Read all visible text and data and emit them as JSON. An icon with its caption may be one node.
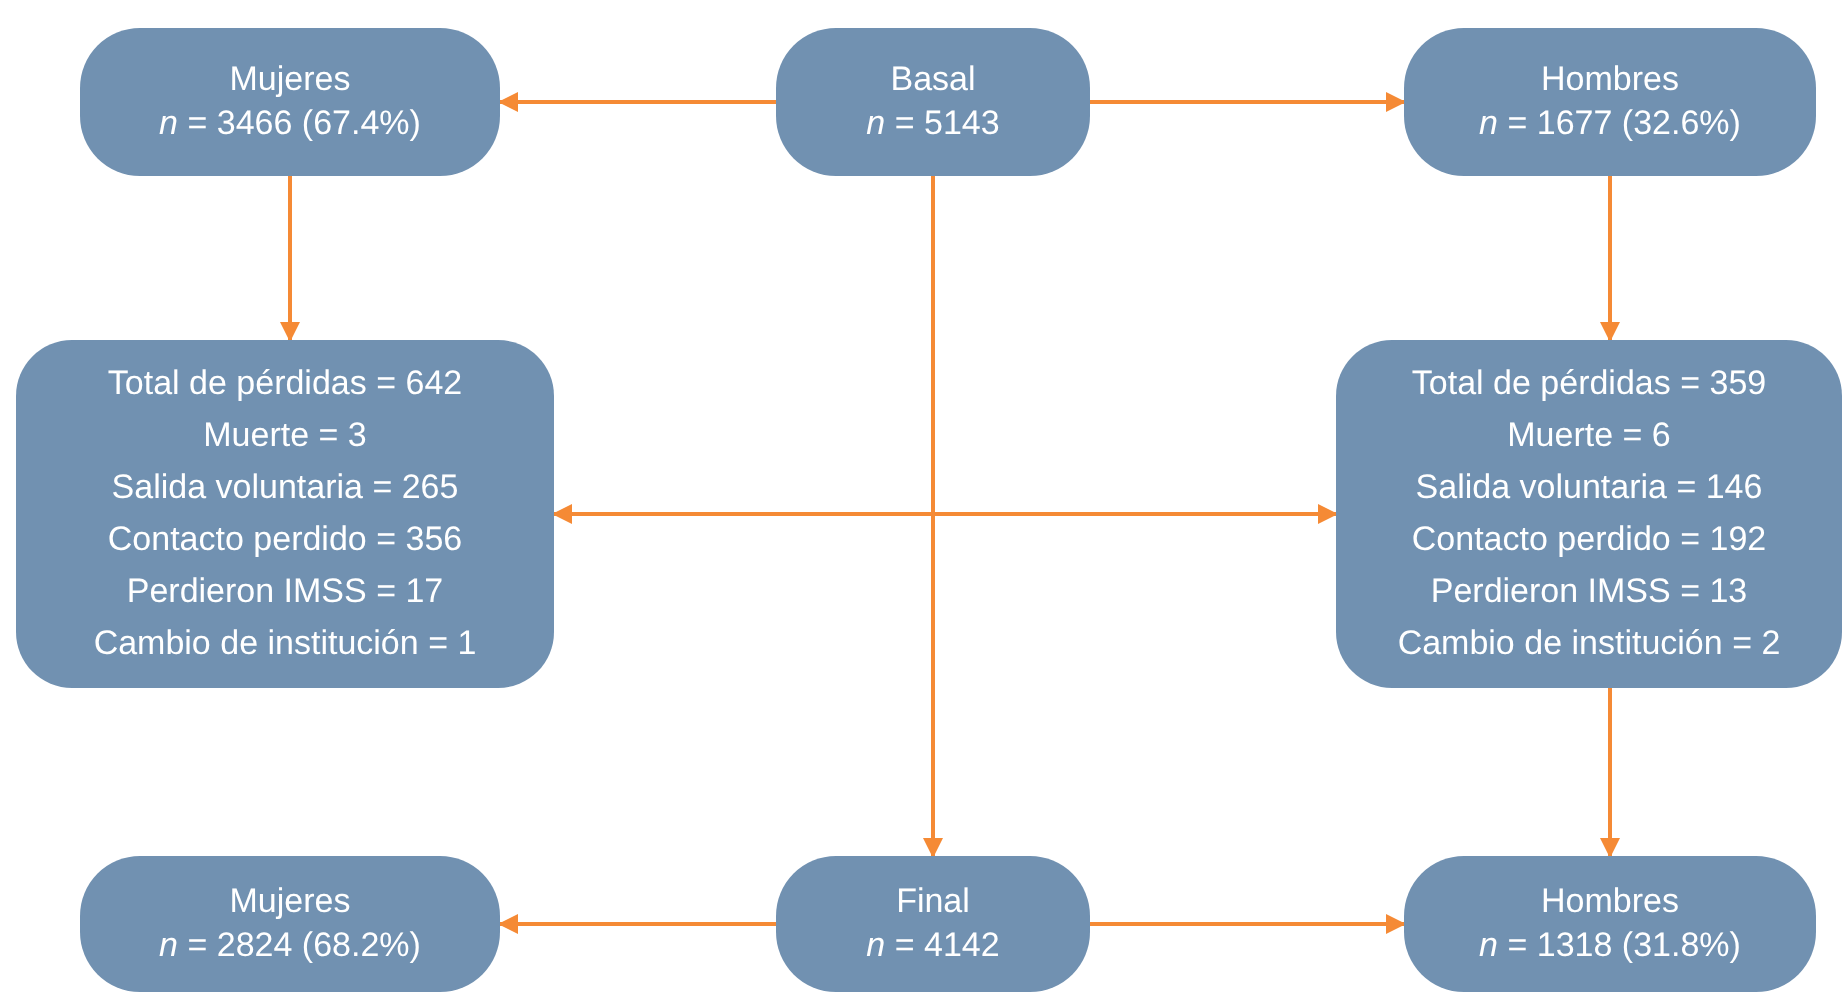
{
  "diagram": {
    "nodes": [
      {
        "text": [
          "Mujeres",
          "*n* = 3466 (67.4%)"
        ]
      },
      {
        "text": [
          "Basal",
          "*n* = 5143"
        ]
      },
      {
        "text": [
          "Hombres",
          "*n* = 1677 (32.6%)"
        ]
      },
      {
        "text": [
          "Total de pérdidas = 642",
          "Muerte = 3",
          "Salida voluntaria = 265",
          "Contacto perdido = 356",
          "Perdieron IMSS = 17",
          "Cambio de institución = 1"
        ]
      },
      {
        "text": [
          "Total de pérdidas = 359",
          "Muerte = 6",
          "Salida voluntaria = 146",
          "Contacto perdido = 192",
          "Perdieron IMSS = 13",
          "Cambio de institución = 2"
        ]
      },
      {
        "text": [
          "Mujeres",
          "*n* = 2824 (68.2%)"
        ]
      },
      {
        "text": [
          "Final",
          "*n* = 4142"
        ]
      },
      {
        "text": [
          "Hombres",
          "*n* = 1318 (31.8%)"
        ]
      }
    ],
    "edges": [
      {
        "from": 1,
        "to": 0,
        "arrow": "to"
      },
      {
        "from": 1,
        "to": 2,
        "arrow": "to"
      },
      {
        "from": 0,
        "to": 3,
        "arrow": "to"
      },
      {
        "from": 2,
        "to": 4,
        "arrow": "to"
      },
      {
        "from": 1,
        "to": 6,
        "arrow": "to"
      },
      {
        "from": 3,
        "to": 4,
        "arrow": "both"
      },
      {
        "from": 4,
        "to": 7,
        "arrow": "to"
      },
      {
        "from": 6,
        "to": 5,
        "arrow": "to"
      },
      {
        "from": 6,
        "to": 7,
        "arrow": "to"
      }
    ]
  }
}
